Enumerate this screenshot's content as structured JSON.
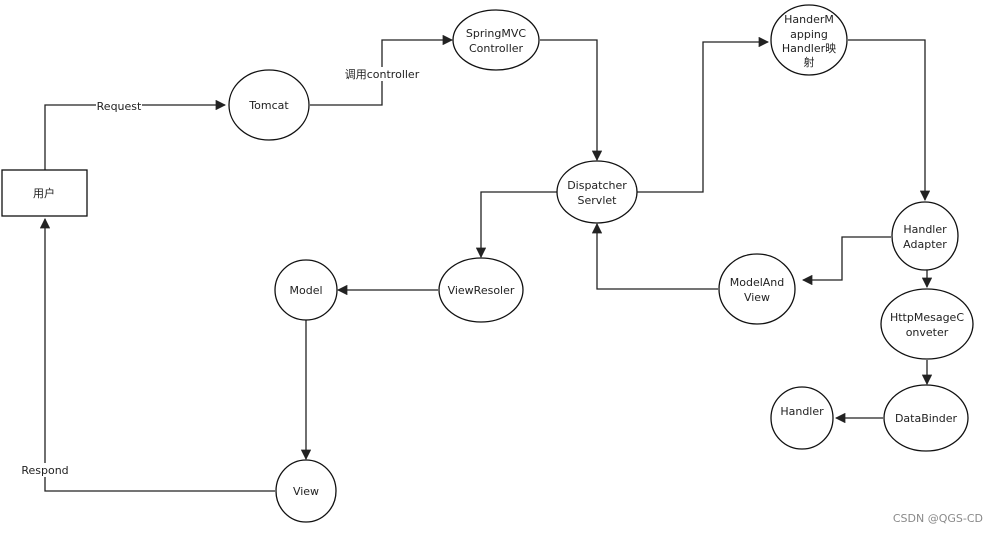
{
  "nodes": {
    "user": {
      "lines": [
        "用户"
      ]
    },
    "tomcat": {
      "lines": [
        "Tomcat"
      ]
    },
    "springmvc": {
      "lines": [
        "SpringMVC",
        "Controller"
      ]
    },
    "dispatcher": {
      "lines": [
        "Dispatcher",
        "Servlet"
      ]
    },
    "handlermapping": {
      "lines": [
        "HanderM",
        "apping",
        "Handler映",
        "射"
      ]
    },
    "handleradapter": {
      "lines": [
        "Handler",
        "Adapter"
      ]
    },
    "httpmessage": {
      "lines": [
        "HttpMesageC",
        "onveter"
      ]
    },
    "databinder": {
      "lines": [
        "DataBinder"
      ]
    },
    "handler": {
      "lines": [
        "Handler"
      ]
    },
    "modelandview": {
      "lines": [
        "ModelAnd",
        "View"
      ]
    },
    "viewresolver": {
      "lines": [
        "ViewResoler"
      ]
    },
    "model": {
      "lines": [
        "Model"
      ]
    },
    "view": {
      "lines": [
        "View"
      ]
    }
  },
  "edges": {
    "request": "Request",
    "call_controller": "调用controller",
    "respond": "Respond"
  },
  "watermark": "CSDN @QGS-CD"
}
